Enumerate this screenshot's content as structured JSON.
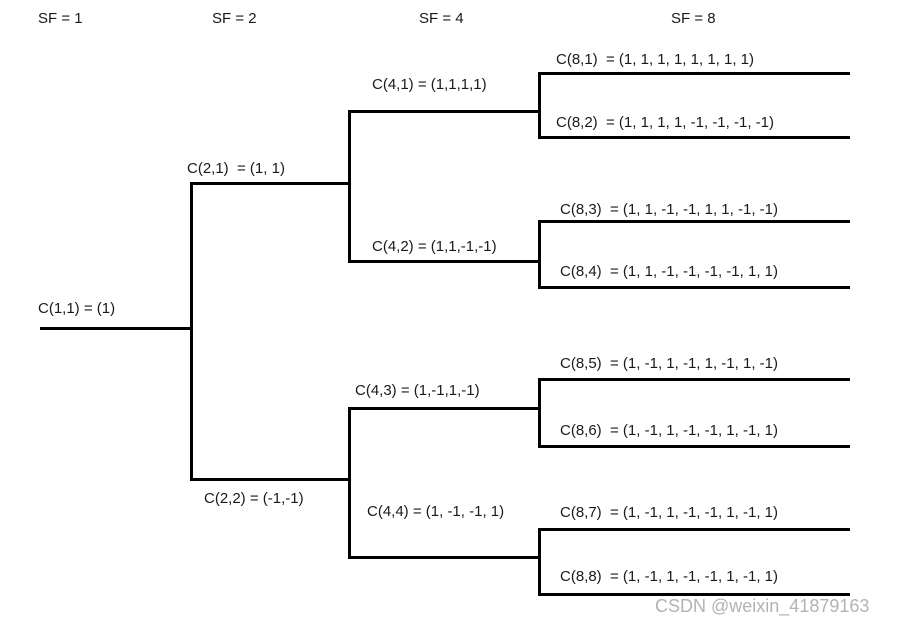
{
  "title": "OVSF code tree",
  "headers": [
    {
      "label": "SF = 1"
    },
    {
      "label": "SF = 2"
    },
    {
      "label": "SF = 4"
    },
    {
      "label": "SF = 8"
    }
  ],
  "nodes": {
    "c11": {
      "code": "C(1,1)",
      "sf": 1,
      "sequence": [
        1
      ],
      "label": "C(1,1) = (1)"
    },
    "c21": {
      "code": "C(2,1)",
      "sf": 2,
      "sequence": [
        1,
        1
      ],
      "label": "C(2,1)  = (1, 1)"
    },
    "c22": {
      "code": "C(2,2)",
      "sf": 2,
      "sequence": [
        -1,
        -1
      ],
      "label": "C(2,2) = (-1,-1)"
    },
    "c41": {
      "code": "C(4,1)",
      "sf": 4,
      "sequence": [
        1,
        1,
        1,
        1
      ],
      "label": "C(4,1) = (1,1,1,1)"
    },
    "c42": {
      "code": "C(4,2)",
      "sf": 4,
      "sequence": [
        1,
        1,
        -1,
        -1
      ],
      "label": "C(4,2) = (1,1,-1,-1)"
    },
    "c43": {
      "code": "C(4,3)",
      "sf": 4,
      "sequence": [
        1,
        -1,
        1,
        -1
      ],
      "label": "C(4,3) = (1,-1,1,-1)"
    },
    "c44": {
      "code": "C(4,4)",
      "sf": 4,
      "sequence": [
        1,
        -1,
        -1,
        1
      ],
      "label": "C(4,4) = (1, -1, -1, 1)"
    },
    "c81": {
      "code": "C(8,1)",
      "sf": 8,
      "sequence": [
        1,
        1,
        1,
        1,
        1,
        1,
        1,
        1
      ],
      "label": "C(8,1)  = (1, 1, 1, 1, 1, 1, 1, 1)"
    },
    "c82": {
      "code": "C(8,2)",
      "sf": 8,
      "sequence": [
        1,
        1,
        1,
        1,
        -1,
        -1,
        -1,
        -1
      ],
      "label": "C(8,2)  = (1, 1, 1, 1, -1, -1, -1, -1)"
    },
    "c83": {
      "code": "C(8,3)",
      "sf": 8,
      "sequence": [
        1,
        1,
        -1,
        -1,
        1,
        1,
        -1,
        -1
      ],
      "label": "C(8,3)  = (1, 1, -1, -1, 1, 1, -1, -1)"
    },
    "c84": {
      "code": "C(8,4)",
      "sf": 8,
      "sequence": [
        1,
        1,
        -1,
        -1,
        -1,
        -1,
        1,
        1
      ],
      "label": "C(8,4)  = (1, 1, -1, -1, -1, -1, 1, 1)"
    },
    "c85": {
      "code": "C(8,5)",
      "sf": 8,
      "sequence": [
        1,
        -1,
        1,
        -1,
        1,
        -1,
        1,
        -1
      ],
      "label": "C(8,5)  = (1, -1, 1, -1, 1, -1, 1, -1)"
    },
    "c86": {
      "code": "C(8,6)",
      "sf": 8,
      "sequence": [
        1,
        -1,
        1,
        -1,
        -1,
        1,
        -1,
        1
      ],
      "label": "C(8,6)  = (1, -1, 1, -1, -1, 1, -1, 1)"
    },
    "c87": {
      "code": "C(8,7)",
      "sf": 8,
      "sequence": [
        1,
        -1,
        1,
        -1,
        -1,
        1,
        -1,
        1
      ],
      "label": "C(8,7)  = (1, -1, 1, -1, -1, 1, -1, 1)"
    },
    "c88": {
      "code": "C(8,8)",
      "sf": 8,
      "sequence": [
        1,
        -1,
        1,
        -1,
        -1,
        1,
        -1,
        1
      ],
      "label": "C(8,8)  = (1, -1, 1, -1, -1, 1, -1, 1)"
    }
  },
  "watermark": "CSDN @weixin_41879163",
  "colors": {
    "background": "#ffffff",
    "line": "#000000",
    "text": "#1a1a1a",
    "watermark": "#b3b3b3"
  }
}
